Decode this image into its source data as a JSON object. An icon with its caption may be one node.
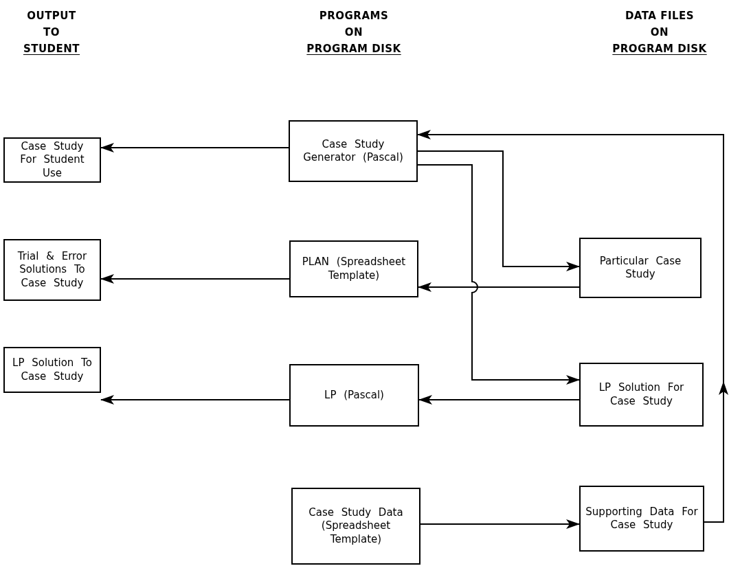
{
  "diagram": {
    "nodes": [
      {
        "text": [
          "Case Study For Student Use"
        ]
      },
      {
        "text": [
          "Case Study Generator (Pascal)"
        ]
      },
      {
        "text": [
          "Trial & Error Solutions To Case Study"
        ]
      },
      {
        "text": [
          "PLAN (Spreadsheet Template)"
        ]
      },
      {
        "text": [
          "Particular Case Study"
        ]
      },
      {
        "text": [
          "LP Solution To Case Study"
        ]
      },
      {
        "text": [
          "LP (Pascal)"
        ]
      },
      {
        "text": [
          "LP Solution For Case Study"
        ]
      },
      {
        "text": [
          "Case Study Data (Spreadsheet Template)"
        ]
      },
      {
        "text": [
          "Supporting Data For Case Study"
        ]
      }
    ],
    "edges": [
      {
        "from": 1,
        "to": 0,
        "arrow": "to"
      },
      {
        "from": 1,
        "to": 4,
        "arrow": "to"
      },
      {
        "from": 1,
        "to": 7,
        "arrow": "to"
      },
      {
        "from": 4,
        "to": 3,
        "arrow": "to"
      },
      {
        "from": 3,
        "to": 2,
        "arrow": "to"
      },
      {
        "from": 7,
        "to": 6,
        "arrow": "to"
      },
      {
        "from": 6,
        "to": 5,
        "arrow": "to"
      },
      {
        "from": 8,
        "to": 9,
        "arrow": "to"
      },
      {
        "from": 9,
        "to": 1,
        "arrow": "to"
      }
    ],
    "labels": [
      "OUTPUT",
      "TO",
      "STUDENT",
      "PROGRAMS",
      "ON",
      "PROGRAM DISK",
      "DATA FILES",
      "ON",
      "PROGRAM DISK"
    ]
  }
}
